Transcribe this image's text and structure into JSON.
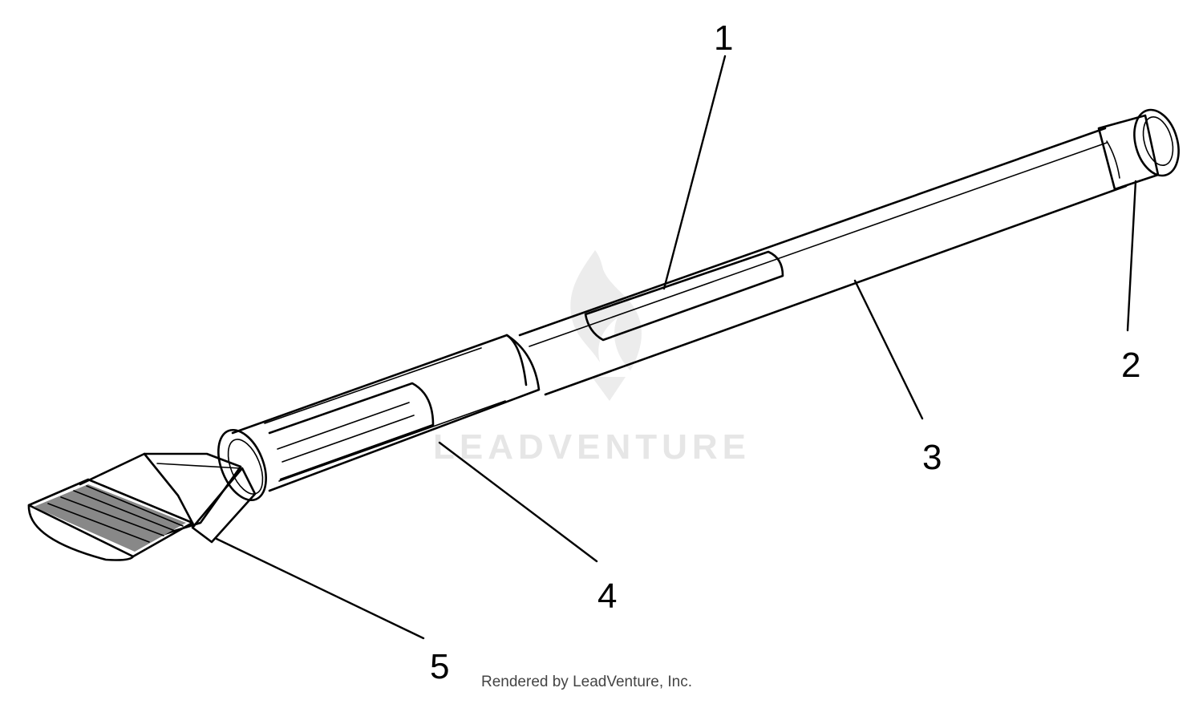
{
  "callouts": [
    {
      "number": "1",
      "part": "label"
    },
    {
      "number": "2",
      "part": "end-cap"
    },
    {
      "number": "3",
      "part": "handle-tube"
    },
    {
      "number": "4",
      "part": "grip"
    },
    {
      "number": "5",
      "part": "brush"
    }
  ],
  "watermark": "LEADVENTURE",
  "credit": "Rendered by LeadVenture, Inc."
}
